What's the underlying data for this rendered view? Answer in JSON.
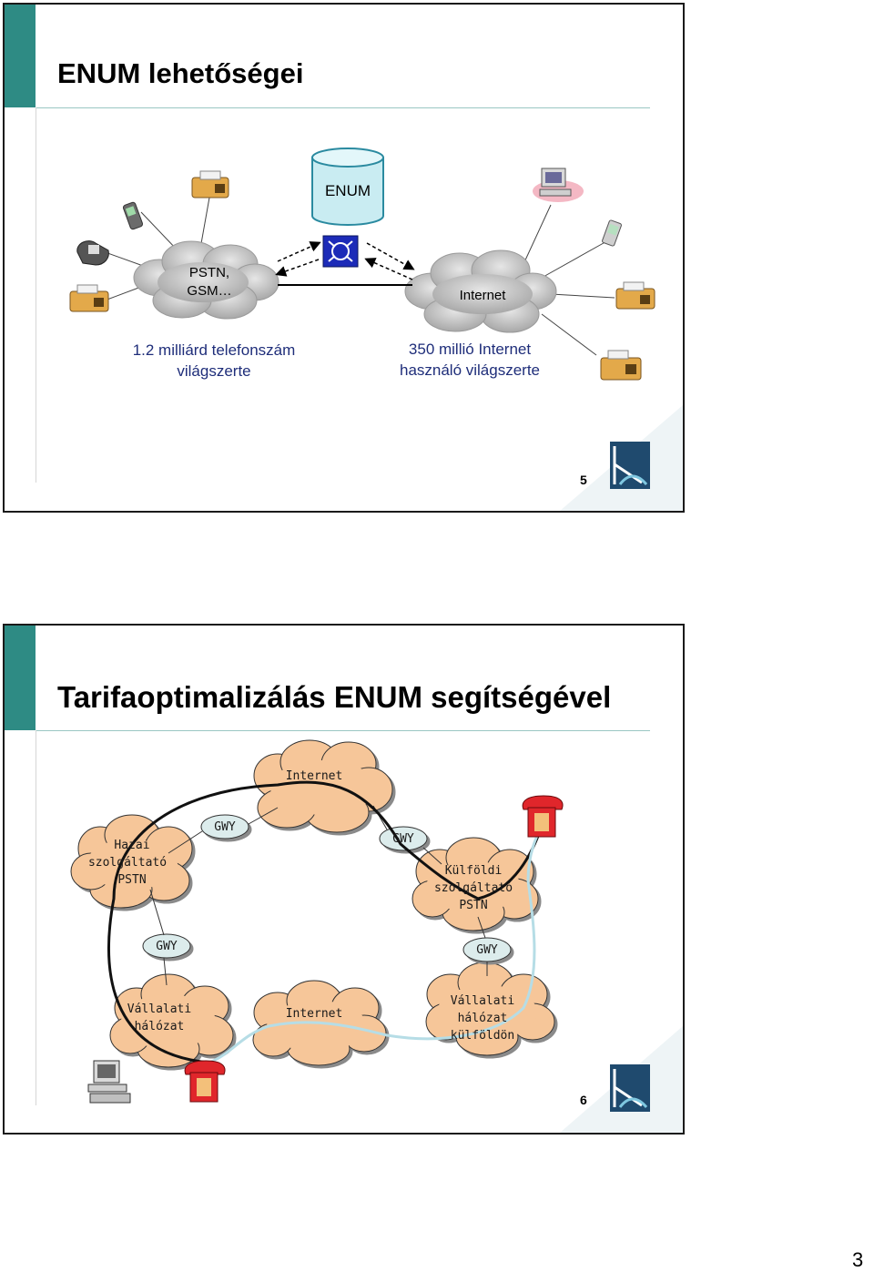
{
  "slide1": {
    "title": "ENUM lehetőségei",
    "enum_label": "ENUM",
    "pstn_label_line1": "PSTN,",
    "pstn_label_line2": "GSM…",
    "internet_label": "Internet",
    "caption_left_line1": "1.2 milliárd telefonszám",
    "caption_left_line2": "világszerte",
    "caption_right_line1": "350 millió Internet",
    "caption_right_line2": "használó világszerte",
    "page_number": "5"
  },
  "slide2": {
    "title": "Tarifaoptimalizálás ENUM segítségével",
    "internet_top": "Internet",
    "hazai_line1": "Hazai",
    "hazai_line2": "szolgáltató",
    "hazai_line3": "PSTN",
    "gwy_top_left": "GWY",
    "gwy_top_right": "GWY",
    "kulfoldi_line1": "Külföldi",
    "kulfoldi_line2": "szolgáltató",
    "kulfoldi_line3": "PSTN",
    "gwy_mid_left": "GWY",
    "gwy_mid_right": "GWY",
    "vallalati_line1": "Vállalati",
    "vallalati_line2": "hálózat",
    "internet_bottom": "Internet",
    "vallalati_kulf_line1": "Vállalati",
    "vallalati_kulf_line2": "hálózat",
    "vallalati_kulf_line3": "külföldön",
    "page_number": "6"
  },
  "sheet_number": "3",
  "colors": {
    "accent": "#2e8b84",
    "cloud_fill": "#f6c699",
    "gray_cloud": "#c8c8c8",
    "enum_cylinder": "#c9ecf2",
    "caption_blue": "#1f2e7a",
    "phone_red": "#e0262b"
  }
}
